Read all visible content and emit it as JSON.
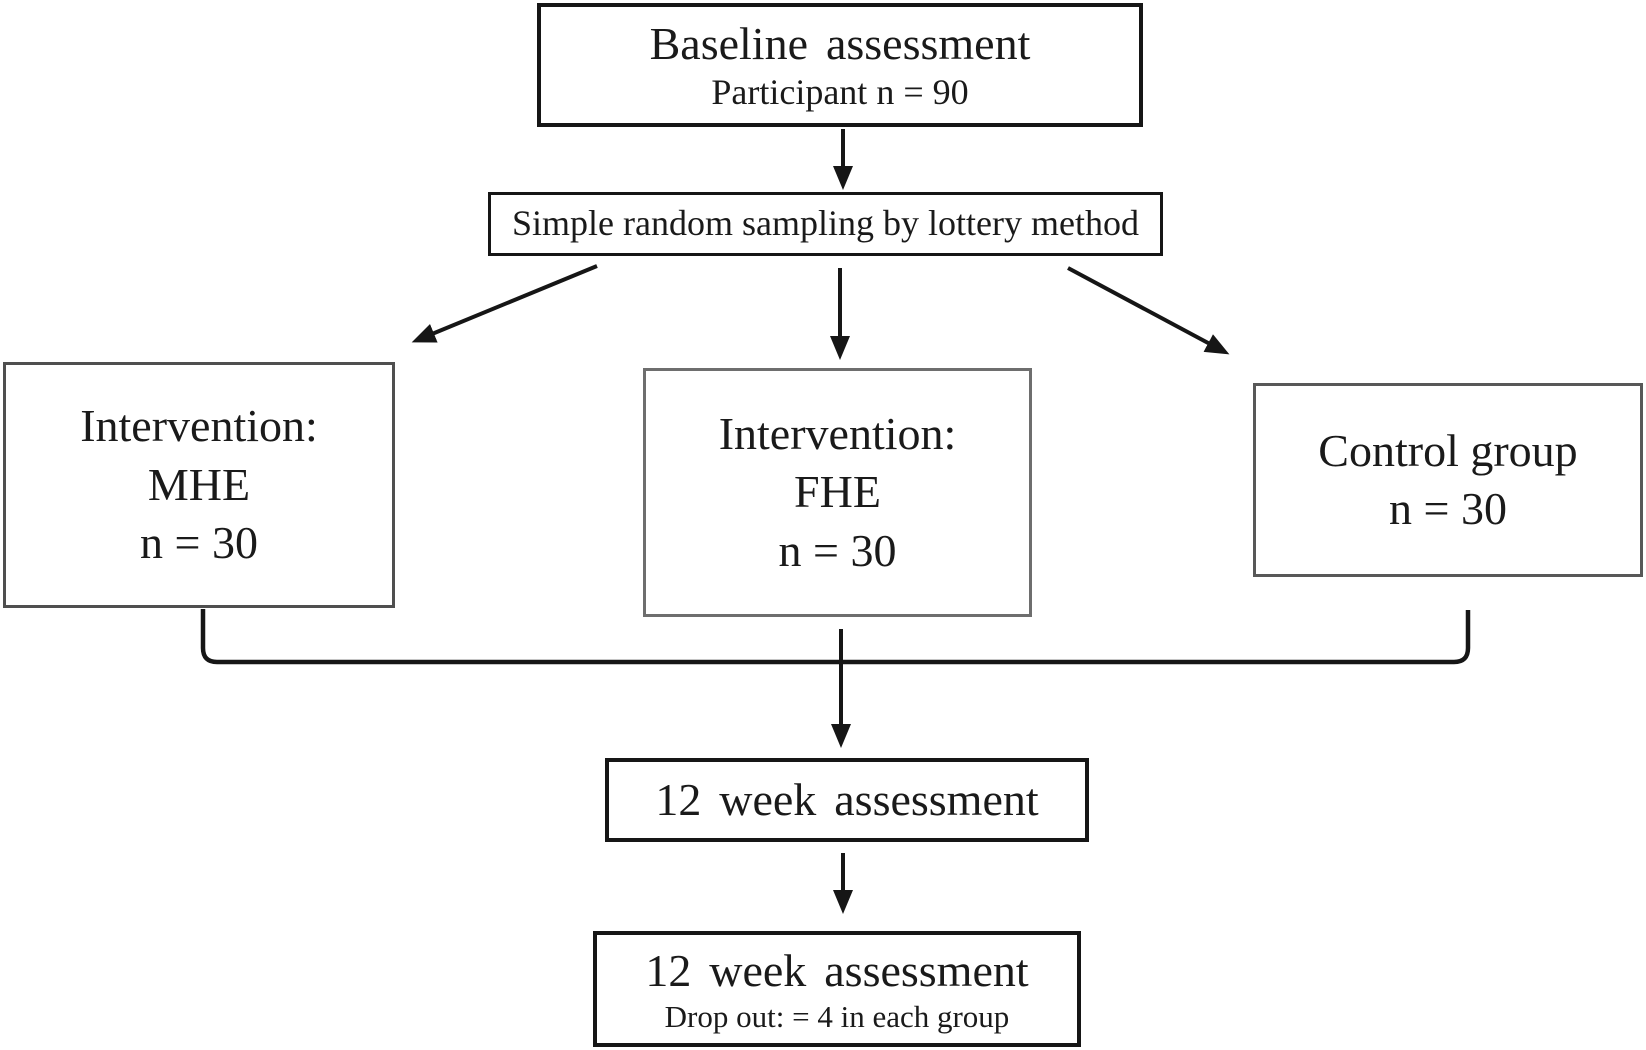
{
  "diagram": {
    "kind": "study-flowchart",
    "nodes": {
      "baseline": {
        "title": "Baseline assessment",
        "subtitle": "Participant n = 90"
      },
      "sampling": {
        "label": "Simple random sampling by lottery method"
      },
      "group_mhe": {
        "lines": [
          "Intervention:",
          "MHE",
          "n = 30"
        ]
      },
      "group_fhe": {
        "lines": [
          "Intervention:",
          "FHE",
          "n = 30"
        ]
      },
      "group_control": {
        "lines": [
          "Control group",
          "n = 30"
        ]
      },
      "assessment_mid": {
        "title": "12 week assessment"
      },
      "assessment_final": {
        "title": "12 week assessment",
        "subtitle": "Drop out: = 4 in each group"
      }
    },
    "edges": [
      {
        "from": "baseline",
        "to": "sampling",
        "style": "arrow-down"
      },
      {
        "from": "sampling",
        "to": "group_mhe",
        "style": "arrow-diagonal-left"
      },
      {
        "from": "sampling",
        "to": "group_fhe",
        "style": "arrow-down"
      },
      {
        "from": "sampling",
        "to": "group_control",
        "style": "arrow-diagonal-right"
      },
      {
        "from": "group_mhe + group_fhe + group_control",
        "to": "assessment_mid",
        "style": "merge-bracket-then-arrow"
      },
      {
        "from": "assessment_mid",
        "to": "assessment_final",
        "style": "arrow-down"
      }
    ],
    "colors": {
      "background": "#ffffff",
      "text": "#1a1a1a",
      "box_border_dark": "#161616",
      "box_border_gray": "#5a5a5a",
      "connector": "#161616"
    }
  }
}
